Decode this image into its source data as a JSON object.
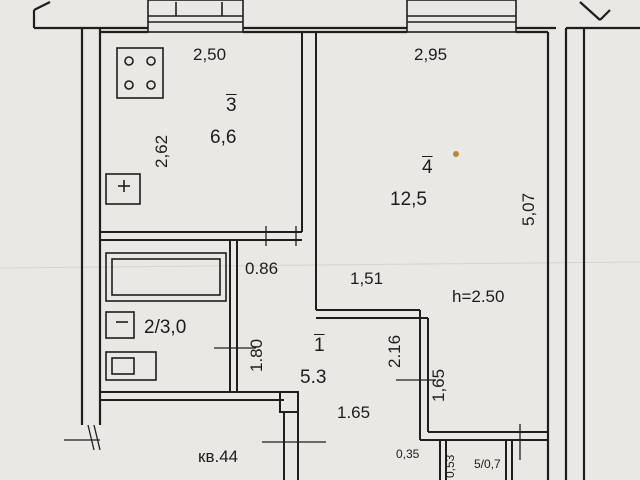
{
  "plan": {
    "kitchen": {
      "number": "3",
      "area": "6,6",
      "width": "2,50",
      "depth": "2,62"
    },
    "room": {
      "number": "4",
      "area": "12,5",
      "width": "2,95",
      "depth": "5,07",
      "height_note": "h=2.50"
    },
    "bathroom": {
      "label": "2/3,0",
      "length": "1.80",
      "width": "0.86"
    },
    "hall": {
      "number": "1",
      "area": "5.3",
      "dim_a": "1,51",
      "dim_b": "2.16",
      "dim_c": "1,65",
      "dim_d": "1.65"
    },
    "balcony": {
      "label": "5/0,7",
      "dim_a": "0,35",
      "dim_b": "0,53"
    },
    "apartment": "кв.44"
  }
}
